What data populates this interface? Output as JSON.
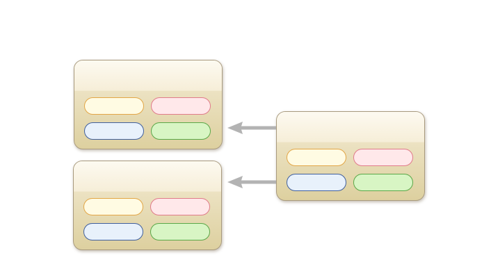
{
  "diagram": {
    "cards": [
      {
        "id": "top-left"
      },
      {
        "id": "bottom-left"
      },
      {
        "id": "right"
      }
    ],
    "pill_styles": {
      "yellow": {
        "fill": "#fffbe3",
        "border": "#e3a646"
      },
      "pink": {
        "fill": "#ffe8ea",
        "border": "#e07b8a"
      },
      "blue": {
        "fill": "#e8f1fb",
        "border": "#3f5f9e"
      },
      "green": {
        "fill": "#d8f5c4",
        "border": "#5aa848"
      }
    },
    "colors": {
      "arrow": "#b3b3b3",
      "card_border": "#a89a7e",
      "card_header": "#fcf7e9",
      "card_body": "#e6dbb4"
    }
  }
}
